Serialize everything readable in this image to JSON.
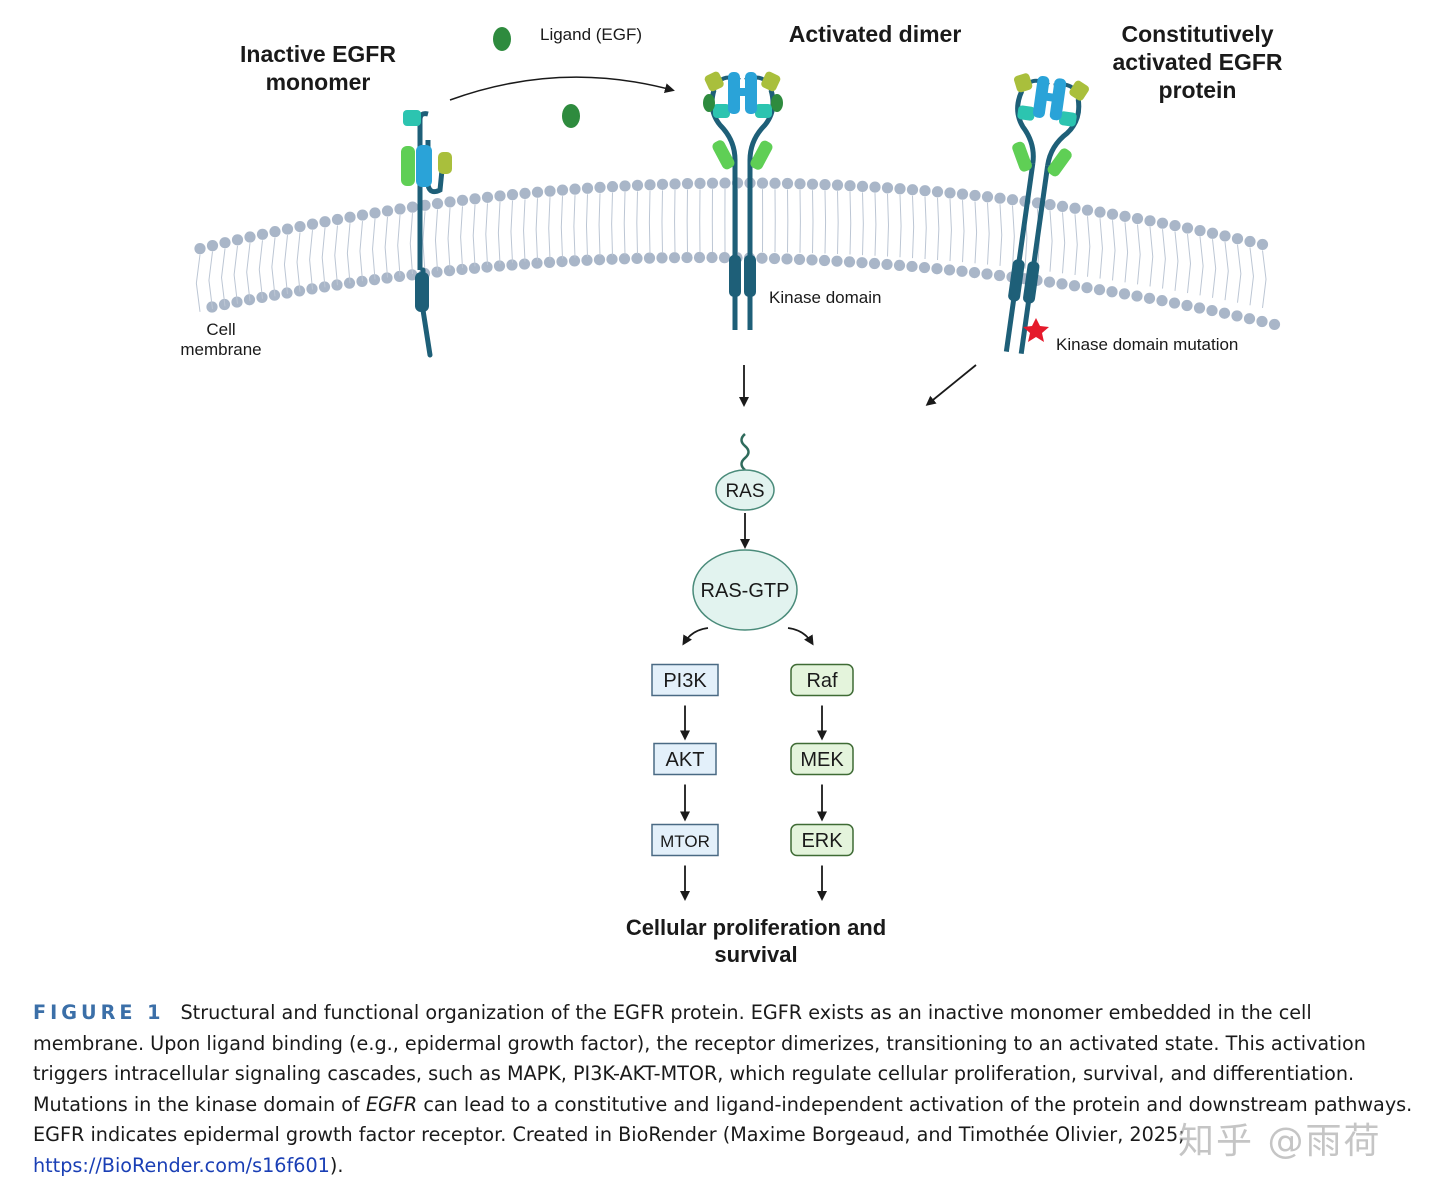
{
  "labels": {
    "inactive_monomer": "Inactive EGFR monomer",
    "ligand": "Ligand (EGF)",
    "activated_dimer": "Activated dimer",
    "constitutive": "Constitutively activated EGFR protein",
    "cell_membrane": "Cell membrane",
    "kinase_domain": "Kinase domain",
    "kinase_mutation": "Kinase domain mutation"
  },
  "pathway": {
    "ras": "RAS",
    "ras_gtp": "RAS-GTP",
    "left_branch": [
      "PI3K",
      "AKT",
      "MTOR"
    ],
    "right_branch": [
      "Raf",
      "MEK",
      "ERK"
    ],
    "outcome": "Cellular proliferation and survival"
  },
  "caption": {
    "figure_tag": "FIGURE 1",
    "text_part1": "Structural and functional organization of the EGFR protein. EGFR exists as an inactive monomer embedded in the cell membrane. Upon ligand binding (e.g., epidermal growth factor), the receptor dimerizes, transitioning to an activated state. This activation triggers intracellular signaling cascades, such as MAPK, PI3K-AKT-MTOR, which regulate cellular proliferation, survival, and differentiation. Mutations in the kinase domain of ",
    "italic_gene": "EGFR",
    "text_part2": " can lead to a constitutive and ligand-independent activation of the protein and downstream pathways. EGFR indicates epidermal growth factor receptor. Created in BioRender (Maxime Borgeaud, and Timothée Olivier, 2025; ",
    "link": "https://BioRender.com/s16f601",
    "text_part3": ")."
  },
  "watermark": "知乎 @雨荷",
  "colors": {
    "membrane_head": "#a9b6c8",
    "receptor_stem": "#1e5f78",
    "domain_blue": "#2aa3d8",
    "domain_teal": "#2cc4b0",
    "domain_green": "#5fcf55",
    "domain_olive": "#a9bf3c",
    "ligand": "#2e8b3e",
    "pi3k_fill": "#e3f0fa",
    "pi3k_stroke": "#4a6a84",
    "raf_fill": "#e4f4dc",
    "raf_stroke": "#3f6b35",
    "ras_fill": "#e2f3ef",
    "ras_stroke": "#4a8b7a",
    "mutation_star": "#e51a2b",
    "figure_tag": "#3b6fa8"
  }
}
